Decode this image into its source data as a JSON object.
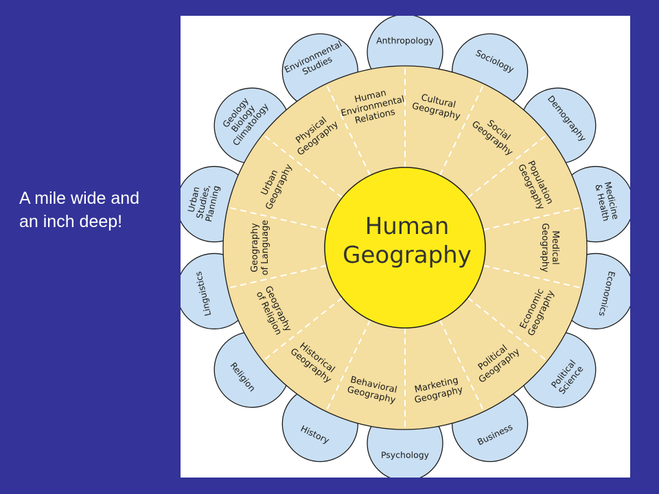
{
  "caption": {
    "line1": "A mile wide and",
    "line2": "an inch deep!"
  },
  "diagram": {
    "center": {
      "line1": "Human",
      "line2": "Geography"
    },
    "colors": {
      "background": "#333399",
      "petal": "#c9dff3",
      "ring": "#f4dea0",
      "center": "#ffeb1a",
      "outline": "#1a1a1a",
      "divider": "#ffffff"
    },
    "disciplines": [
      {
        "lines": [
          "Anthropology"
        ]
      },
      {
        "lines": [
          "Sociology"
        ]
      },
      {
        "lines": [
          "Demography"
        ]
      },
      {
        "lines": [
          "Medicine",
          "& Health"
        ]
      },
      {
        "lines": [
          "Economics"
        ]
      },
      {
        "lines": [
          "Political",
          "Science"
        ]
      },
      {
        "lines": [
          "Business"
        ]
      },
      {
        "lines": [
          "Psychology"
        ]
      },
      {
        "lines": [
          "History"
        ]
      },
      {
        "lines": [
          "Religion"
        ]
      },
      {
        "lines": [
          "Linguistics"
        ]
      },
      {
        "lines": [
          "Urban",
          "Studies,",
          "Planning"
        ]
      },
      {
        "lines": [
          "Geology",
          "Biology",
          "Climatology"
        ]
      },
      {
        "lines": [
          "Environmental",
          "Studies"
        ]
      }
    ],
    "subfields": [
      {
        "lines": [
          "Cultural",
          "Geography"
        ]
      },
      {
        "lines": [
          "Social",
          "Geography"
        ]
      },
      {
        "lines": [
          "Population",
          "Geography"
        ]
      },
      {
        "lines": [
          "Medical",
          "Geography"
        ]
      },
      {
        "lines": [
          "Economic",
          "Geography"
        ]
      },
      {
        "lines": [
          "Political",
          "Geography"
        ]
      },
      {
        "lines": [
          "Marketing",
          "Geography"
        ]
      },
      {
        "lines": [
          "Behavioral",
          "Geography"
        ]
      },
      {
        "lines": [
          "Historical",
          "Geography"
        ]
      },
      {
        "lines": [
          "Geography",
          "of Religion"
        ]
      },
      {
        "lines": [
          "Geography",
          "of Language"
        ]
      },
      {
        "lines": [
          "Urban",
          "Geography"
        ]
      },
      {
        "lines": [
          "Physical",
          "Geography"
        ]
      },
      {
        "lines": [
          "Human",
          "Environmental",
          "Relations"
        ]
      }
    ]
  }
}
